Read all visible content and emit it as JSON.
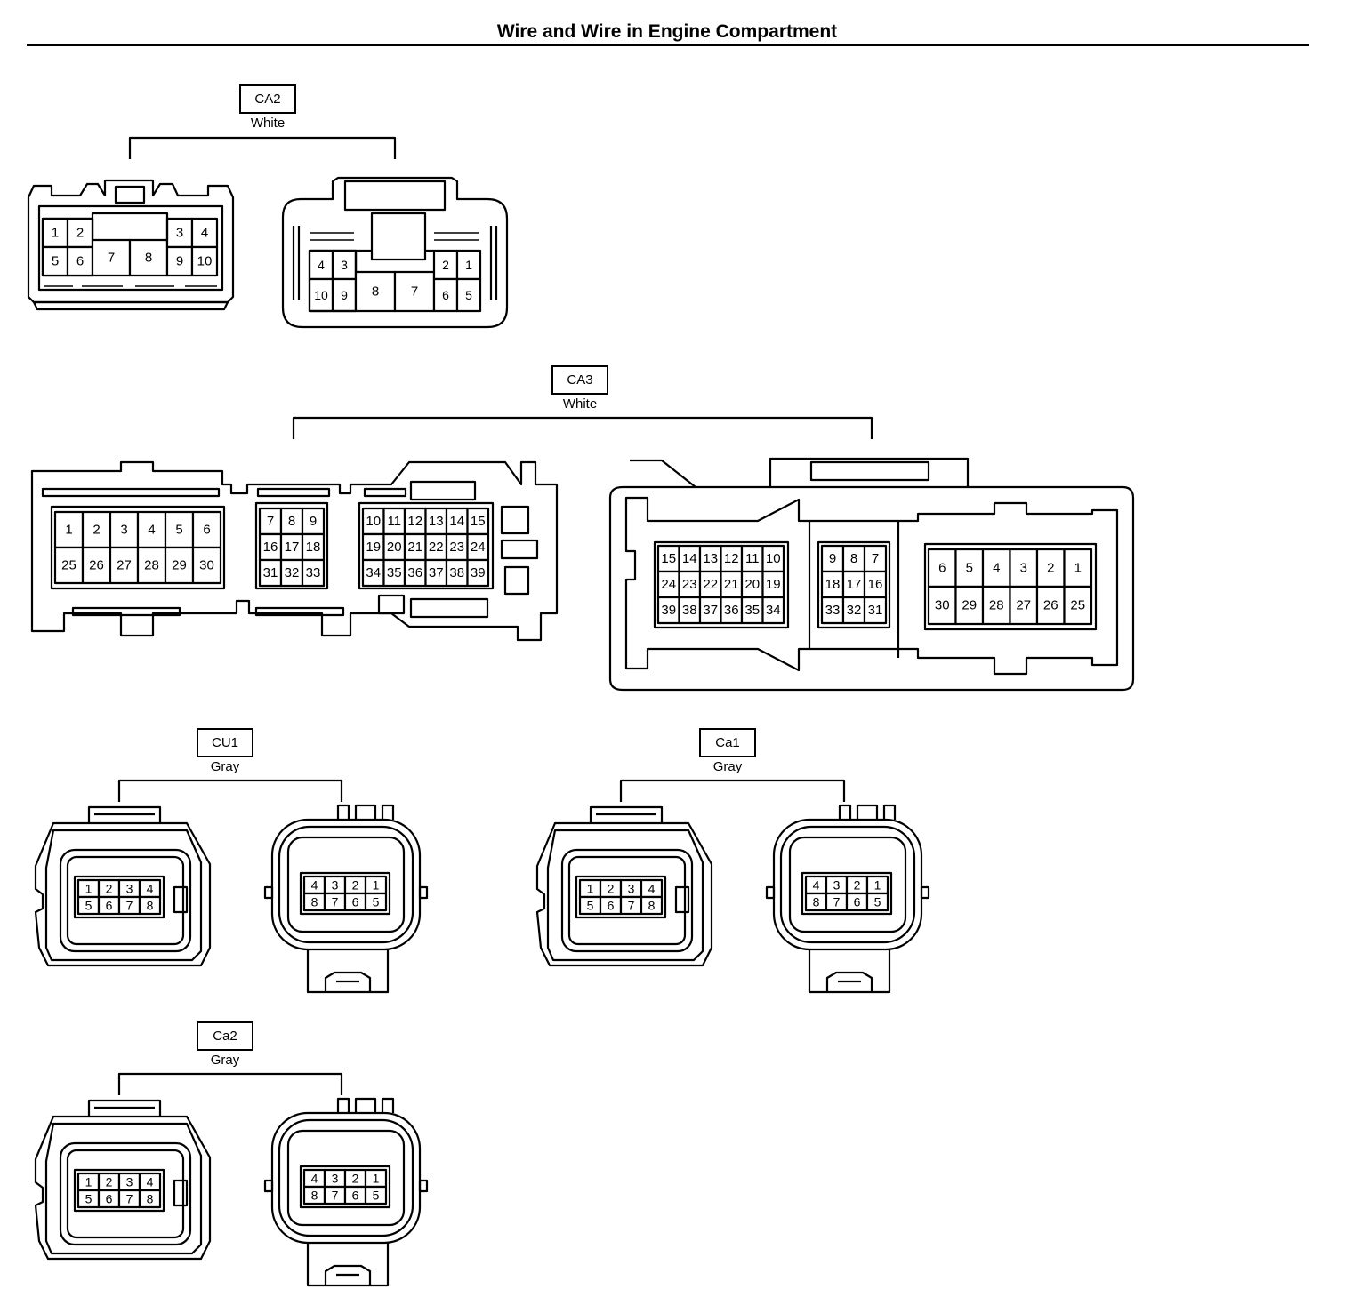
{
  "title": "Wire and Wire in Engine Compartment",
  "connectors": [
    {
      "id": "CA2",
      "color": "White",
      "left_face": {
        "row1": [
          "1",
          "2",
          "3",
          "4"
        ],
        "row2": [
          "5",
          "6",
          "9",
          "10"
        ],
        "center": [
          "7",
          "8"
        ]
      },
      "right_face": {
        "row1": [
          "4",
          "3",
          "2",
          "1"
        ],
        "row2": [
          "10",
          "9",
          "6",
          "5"
        ],
        "center": [
          "8",
          "7"
        ]
      }
    },
    {
      "id": "CA3",
      "color": "White",
      "left_face": {
        "block_a": [
          [
            "1",
            "2",
            "3",
            "4",
            "5",
            "6"
          ],
          [
            "25",
            "26",
            "27",
            "28",
            "29",
            "30"
          ]
        ],
        "block_b": [
          [
            "7",
            "8",
            "9"
          ],
          [
            "16",
            "17",
            "18"
          ],
          [
            "31",
            "32",
            "33"
          ]
        ],
        "block_c": [
          [
            "10",
            "11",
            "12",
            "13",
            "14",
            "15"
          ],
          [
            "19",
            "20",
            "21",
            "22",
            "23",
            "24"
          ],
          [
            "34",
            "35",
            "36",
            "37",
            "38",
            "39"
          ]
        ]
      },
      "right_face": {
        "block_a": [
          [
            "15",
            "14",
            "13",
            "12",
            "11",
            "10"
          ],
          [
            "24",
            "23",
            "22",
            "21",
            "20",
            "19"
          ],
          [
            "39",
            "38",
            "37",
            "36",
            "35",
            "34"
          ]
        ],
        "block_b": [
          [
            "9",
            "8",
            "7"
          ],
          [
            "18",
            "17",
            "16"
          ],
          [
            "33",
            "32",
            "31"
          ]
        ],
        "block_c": [
          [
            "6",
            "5",
            "4",
            "3",
            "2",
            "1"
          ],
          [
            "30",
            "29",
            "28",
            "27",
            "26",
            "25"
          ]
        ]
      }
    },
    {
      "id": "CU1",
      "color": "Gray",
      "left_face": [
        [
          "1",
          "2",
          "3",
          "4"
        ],
        [
          "5",
          "6",
          "7",
          "8"
        ]
      ],
      "right_face": [
        [
          "4",
          "3",
          "2",
          "1"
        ],
        [
          "8",
          "7",
          "6",
          "5"
        ]
      ]
    },
    {
      "id": "Ca1",
      "color": "Gray",
      "left_face": [
        [
          "1",
          "2",
          "3",
          "4"
        ],
        [
          "5",
          "6",
          "7",
          "8"
        ]
      ],
      "right_face": [
        [
          "4",
          "3",
          "2",
          "1"
        ],
        [
          "8",
          "7",
          "6",
          "5"
        ]
      ]
    },
    {
      "id": "Ca2",
      "color": "Gray",
      "left_face": [
        [
          "1",
          "2",
          "3",
          "4"
        ],
        [
          "5",
          "6",
          "7",
          "8"
        ]
      ],
      "right_face": [
        [
          "4",
          "3",
          "2",
          "1"
        ],
        [
          "8",
          "7",
          "6",
          "5"
        ]
      ]
    }
  ]
}
